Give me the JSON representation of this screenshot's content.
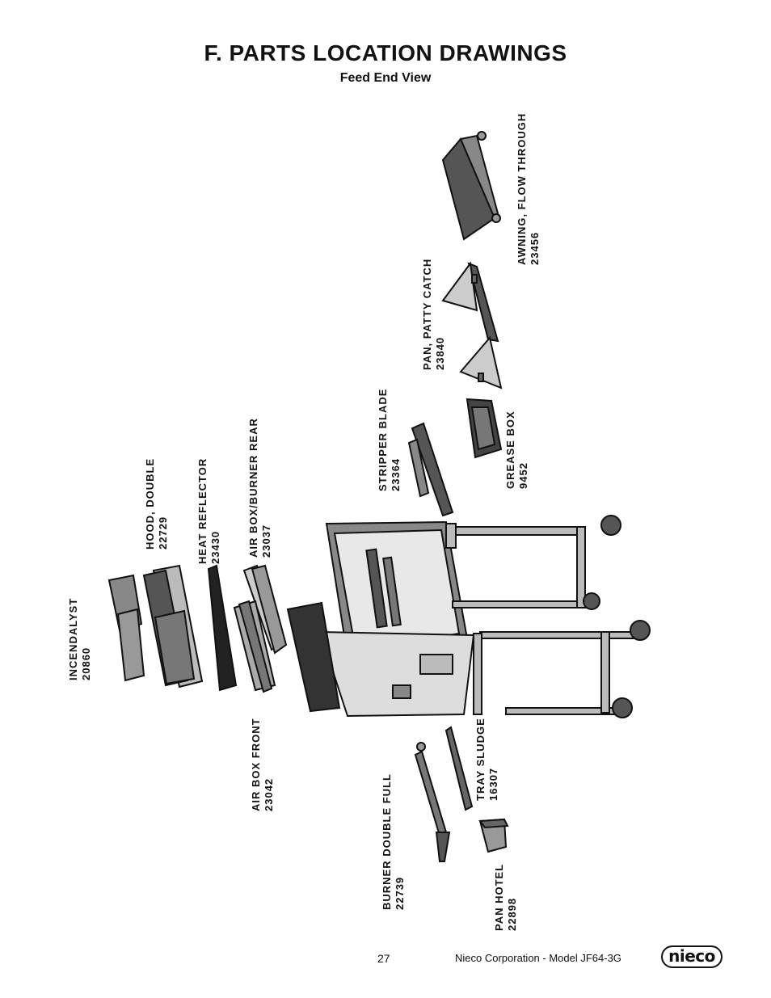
{
  "page": {
    "title": "F. PARTS LOCATION DRAWINGS",
    "subtitle": "Feed End View"
  },
  "parts": [
    {
      "name": "INCENDALYST",
      "number": "20860"
    },
    {
      "name": "HOOD, DOUBLE",
      "number": "22729"
    },
    {
      "name": "HEAT REFLECTOR",
      "number": "23430"
    },
    {
      "name": "AIR BOX/BURNER REAR",
      "number": "23037"
    },
    {
      "name": "AIR BOX FRONT",
      "number": "23042"
    },
    {
      "name": "BURNER DOUBLE FULL",
      "number": "22739"
    },
    {
      "name": "TRAY SLUDGE",
      "number": "16307"
    },
    {
      "name": "PAN HOTEL",
      "number": "22898"
    },
    {
      "name": "STRIPPER BLADE",
      "number": "23364"
    },
    {
      "name": "GREASE BOX",
      "number": "9452"
    },
    {
      "name": "PAN, PATTY CATCH",
      "number": "23840"
    },
    {
      "name": "AWNING, FLOW THROUGH",
      "number": "23456"
    }
  ],
  "footer": {
    "page_number": "27",
    "company_model": "Nieco Corporation - Model JF64-3G",
    "logo_text": "nieco"
  }
}
